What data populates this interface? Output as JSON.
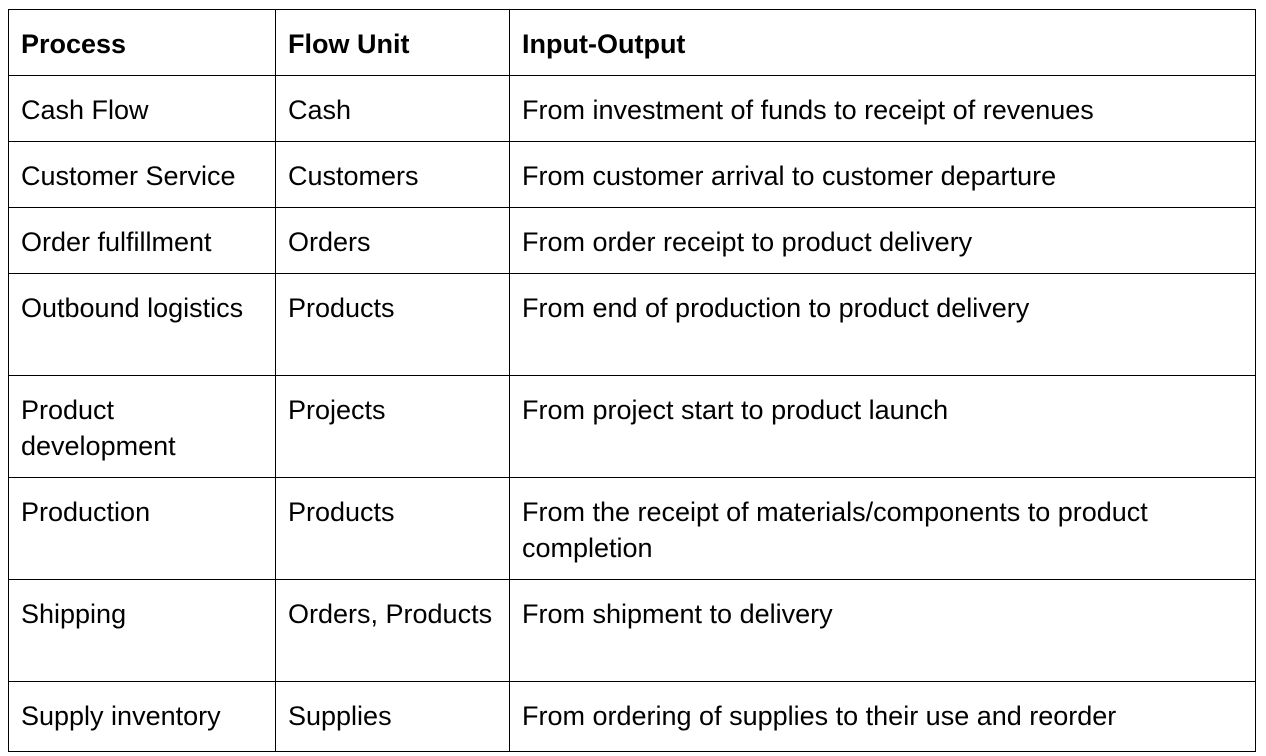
{
  "table": {
    "headers": [
      "Process",
      "Flow Unit",
      "Input-Output"
    ],
    "rows": [
      [
        "Cash Flow",
        "Cash",
        "From investment of funds to receipt of revenues"
      ],
      [
        "Customer Service",
        "Customers",
        "From customer arrival to customer departure"
      ],
      [
        "Order fulfillment",
        "Orders",
        "From order receipt to product delivery"
      ],
      [
        "Outbound logistics",
        "Products",
        "From end of production to product delivery"
      ],
      [
        "Product development",
        "Projects",
        "From project start to product launch"
      ],
      [
        "Production",
        "Products",
        "From the receipt of materials/components to product completion"
      ],
      [
        "Shipping",
        "Orders, Products",
        "From shipment to delivery"
      ],
      [
        "Supply inventory",
        "Supplies",
        "From ordering of supplies to their use and reorder"
      ]
    ]
  }
}
